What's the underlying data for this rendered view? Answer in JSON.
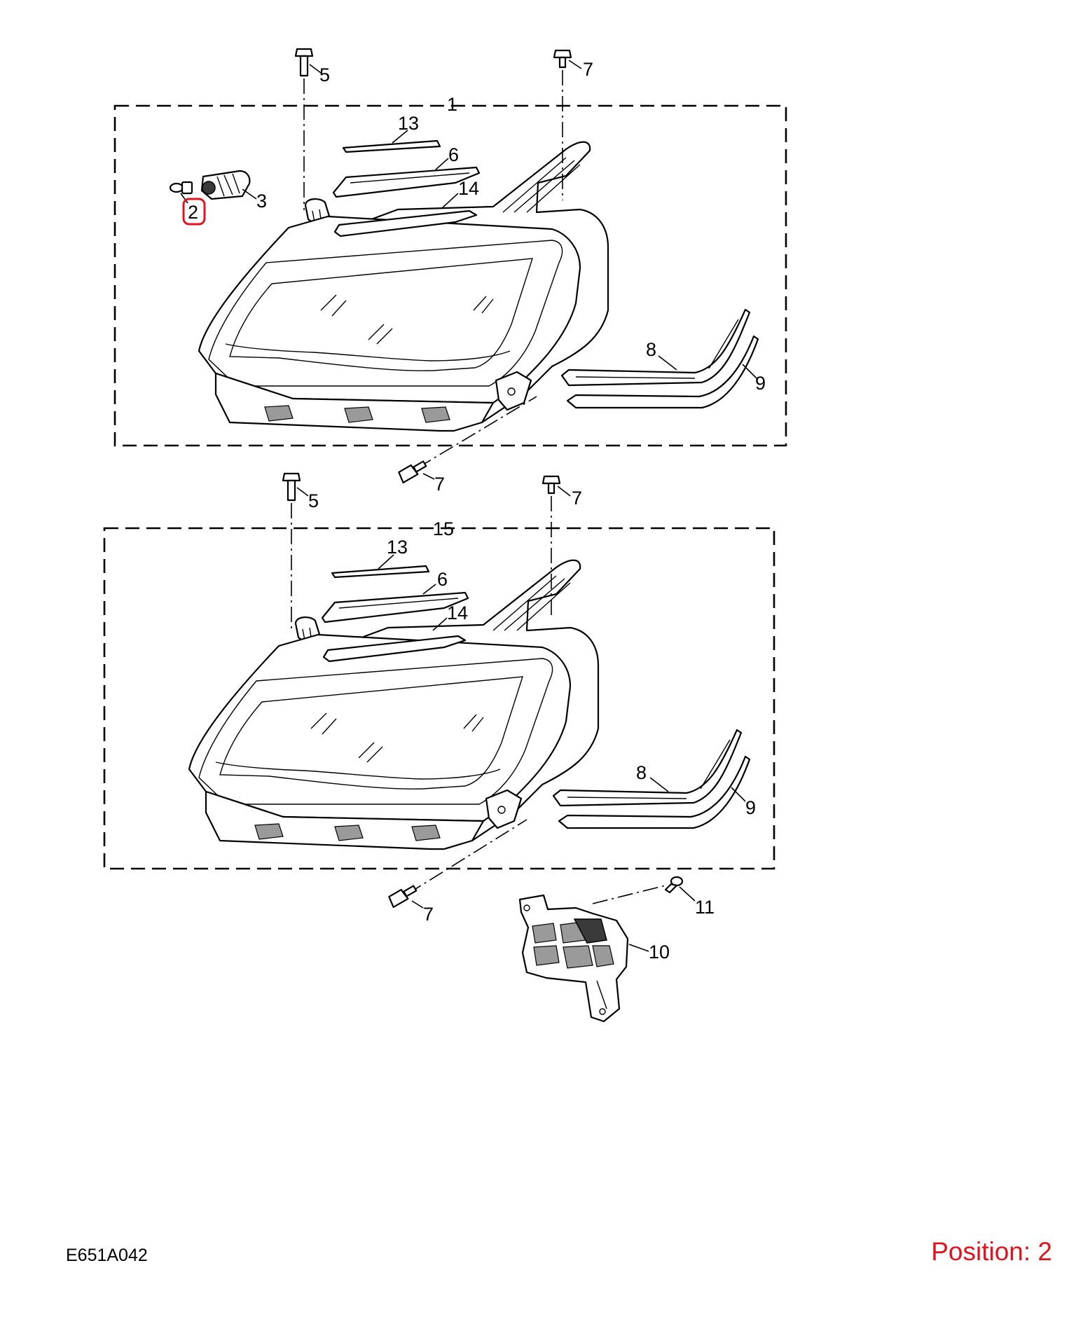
{
  "drawing_code": "E651A042",
  "position_label": "Position: 2",
  "highlight_color": "#e0141e",
  "assemblies": [
    {
      "assembly_number": "1",
      "callouts": {
        "part2": "2",
        "part3": "3",
        "part5": "5",
        "part6": "6",
        "part7_top": "7",
        "part7_bottom": "7",
        "part8": "8",
        "part9": "9",
        "part13": "13",
        "part14": "14"
      }
    },
    {
      "assembly_number": "15",
      "callouts": {
        "part5": "5",
        "part6": "6",
        "part7_top": "7",
        "part7_bottom": "7",
        "part8": "8",
        "part9": "9",
        "part13": "13",
        "part14": "14"
      }
    }
  ],
  "extra_callouts": {
    "part10": "10",
    "part11": "11"
  },
  "highlighted_part": "2"
}
